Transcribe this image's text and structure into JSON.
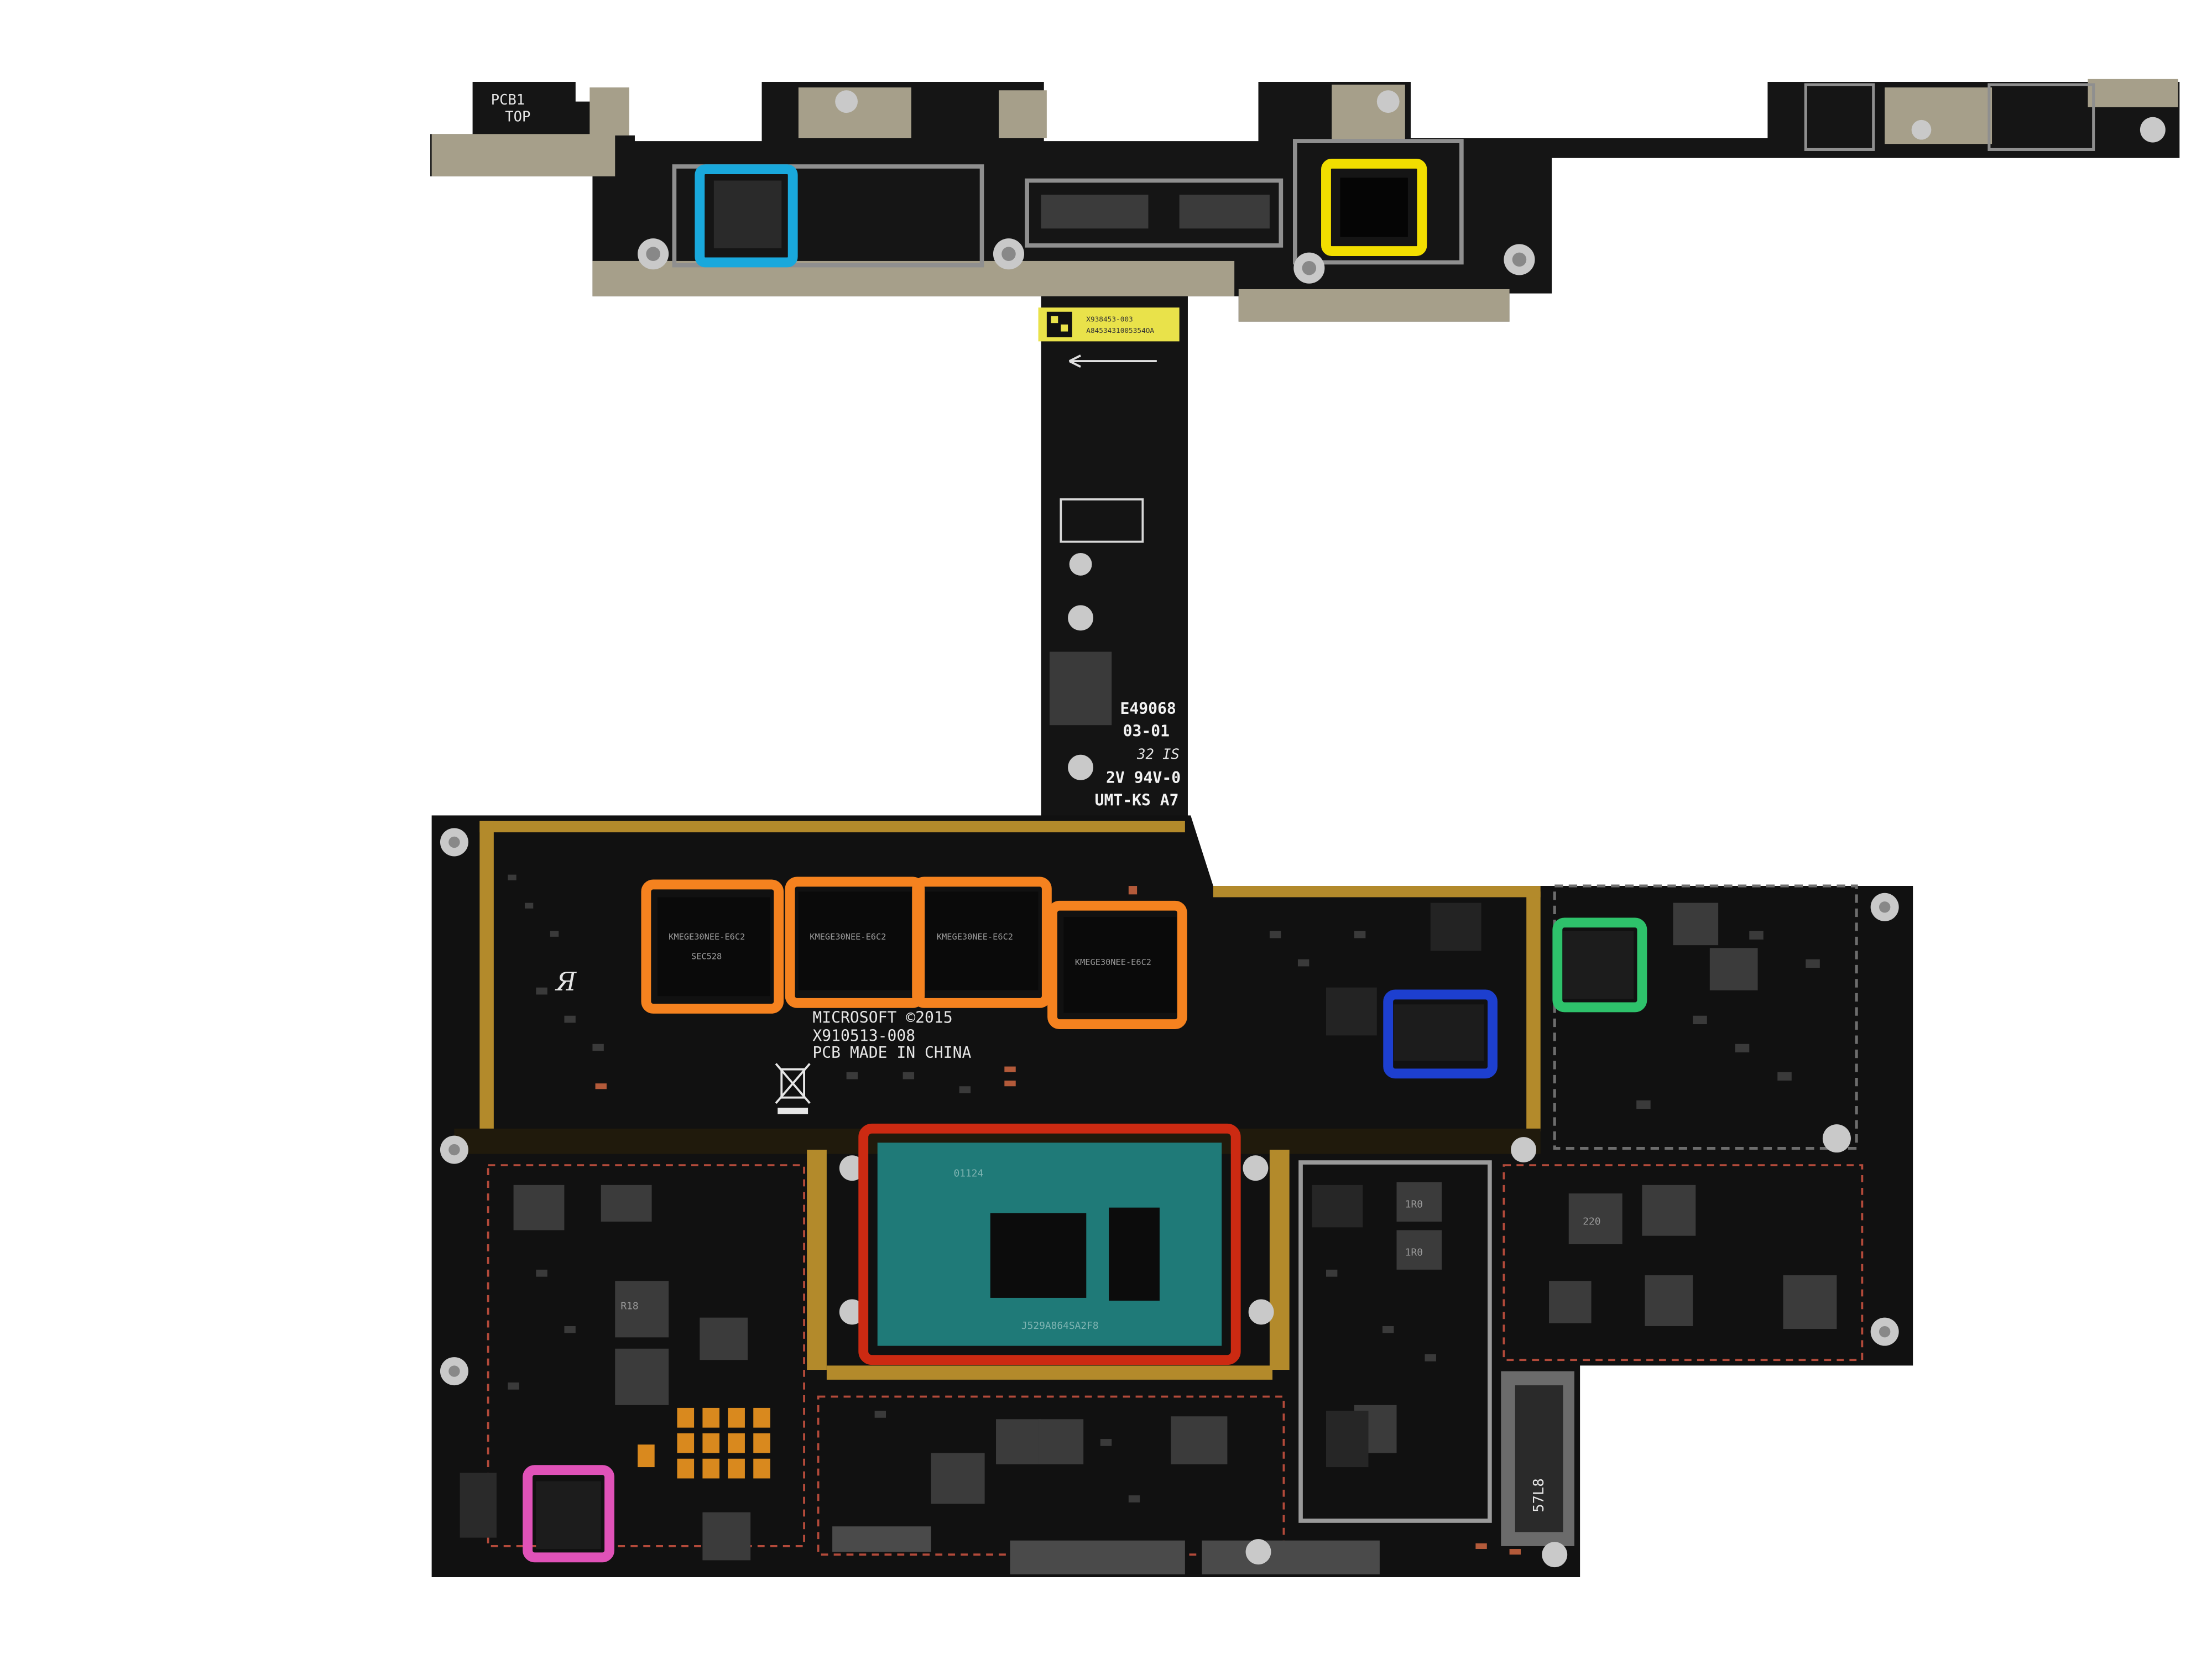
{
  "photo": {
    "subject": "Microsoft Surface Pro 4 logic board, front side",
    "background": "#ffffff"
  },
  "silkscreen": {
    "pcb_id_line1": "PCB1",
    "pcb_id_line2": "TOP",
    "copyright": "MICROSOFT ©2015",
    "part_number": "X910513-008",
    "origin": "PCB MADE IN CHINA",
    "code1": "E49068",
    "code2": "03-01",
    "code3": "32 IS",
    "rating": "2V 94V-0",
    "maker": "UMT-KS A7",
    "connector_mark": "57L8"
  },
  "sticker": {
    "line1": "X938453-003",
    "line2": "A8453431005354OA"
  },
  "chips": {
    "cpu_top": "01124",
    "cpu_bottom": "J529A864SA2F8",
    "ram_marking_1": "KMEGE30NEE-E6C2",
    "ram_marking_2": "SEC528",
    "inductor_r18": "R18",
    "inductor_220": "220",
    "inductor_1r0": "1R0"
  },
  "highlights": {
    "colors": {
      "cyan": "#19a8dc",
      "yellow": "#f2de00",
      "orange": "#f5821f",
      "red": "#cc2a12",
      "dark_blue": "#1d3fcf",
      "green": "#2ec26b",
      "magenta": "#e052b8"
    }
  }
}
